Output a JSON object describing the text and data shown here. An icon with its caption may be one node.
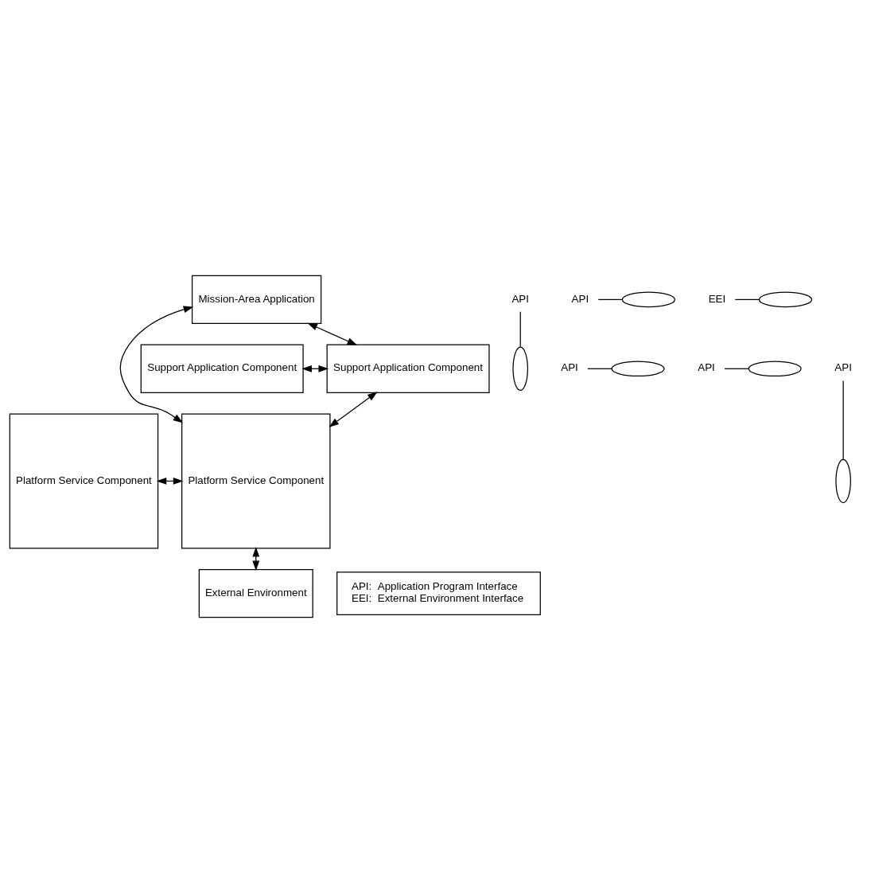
{
  "diagram": {
    "nodes": [
      {
        "text": [
          "Mission-Area Application"
        ]
      },
      {
        "text": [
          "API"
        ]
      },
      {
        "text": [],
        "shape": "ellipse"
      },
      {
        "text": [],
        "shape": "ellipse"
      },
      {
        "text": [
          "API"
        ]
      },
      {
        "text": [
          "Support Application Component"
        ]
      },
      {
        "text": [
          "Support Application Component"
        ]
      },
      {
        "text": [],
        "shape": "ellipse"
      },
      {
        "text": [
          "API"
        ]
      },
      {
        "text": [],
        "shape": "ellipse"
      },
      {
        "text": [
          "API"
        ]
      },
      {
        "text": [
          "API"
        ]
      },
      {
        "text": [],
        "shape": "ellipse"
      },
      {
        "text": [
          "Platform Service Component"
        ]
      },
      {
        "text": [
          "Platform Service Component"
        ]
      },
      {
        "text": [],
        "shape": "ellipse"
      },
      {
        "text": [
          "EEI"
        ]
      },
      {
        "text": [
          "API:  Application Program Interface",
          "EEI:  External Environment Interface"
        ]
      },
      {
        "text": [
          "External Environment"
        ]
      }
    ],
    "edges": [
      {
        "from": 0,
        "to": 6,
        "arrow": "both"
      },
      {
        "from": 5,
        "to": 6,
        "arrow": "both"
      },
      {
        "from": 6,
        "to": 14,
        "arrow": "both"
      },
      {
        "from": 0,
        "to": 14,
        "arrow": "both"
      },
      {
        "from": 13,
        "to": 14,
        "arrow": "both"
      },
      {
        "from": 14,
        "to": 18,
        "arrow": "both"
      },
      {
        "from": 1,
        "to": 2,
        "arrow": "none"
      },
      {
        "from": 4,
        "to": 3,
        "arrow": "none"
      },
      {
        "from": 8,
        "to": 7,
        "arrow": "none"
      },
      {
        "from": 10,
        "to": 9,
        "arrow": "none"
      },
      {
        "from": 11,
        "to": 12,
        "arrow": "none"
      },
      {
        "from": 16,
        "to": 15,
        "arrow": "none"
      }
    ]
  }
}
